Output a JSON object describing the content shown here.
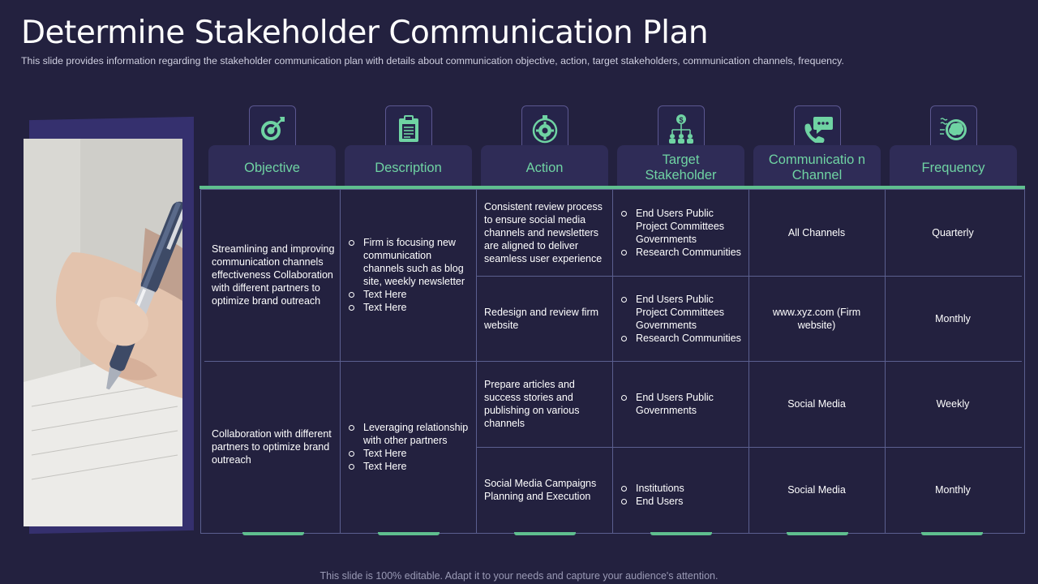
{
  "slide": {
    "title": "Determine Stakeholder Communication Plan",
    "subtitle": "This slide provides information regarding the stakeholder communication plan with details about communication objective, action, target stakeholders, communication channels, frequency.",
    "footer": "This slide is 100% editable. Adapt it to your needs and capture your audience's attention."
  },
  "colors": {
    "background": "#23213f",
    "accent": "#5fbf8f",
    "header_bg": "#2f2c57",
    "border": "#5b5f8f"
  },
  "columns": [
    {
      "label": "Objective",
      "icon": "target-icon"
    },
    {
      "label": "Description",
      "icon": "clipboard-icon"
    },
    {
      "label": "Action",
      "icon": "gear-timer-icon"
    },
    {
      "label": "Target Stakeholder",
      "icon": "hierarchy-dollar-icon"
    },
    {
      "label": "Communicatio n Channel",
      "icon": "phone-chat-icon"
    },
    {
      "label": "Frequency",
      "icon": "brain-head-icon"
    }
  ],
  "groups": [
    {
      "objective": "Streamlining and improving communication channels effectiveness Collaboration with different partners to optimize brand outreach",
      "description": [
        "Firm is focusing new communication channels such as blog site, weekly newsletter",
        "Text Here",
        "Text Here"
      ],
      "rows": [
        {
          "action": "Consistent review process to ensure social media channels and newsletters are aligned to deliver seamless user experience",
          "stakeholders": [
            "End Users Public Project Committees Governments",
            "Research Communities"
          ],
          "channel": "All Channels",
          "frequency": "Quarterly"
        },
        {
          "action": "Redesign and review firm website",
          "stakeholders": [
            "End Users Public Project Committees Governments",
            "Research Communities"
          ],
          "channel": "www.xyz.com (Firm website)",
          "frequency": "Monthly"
        }
      ]
    },
    {
      "objective": "Collaboration with different partners to optimize brand outreach",
      "description": [
        "Leveraging relationship with other partners",
        "Text Here",
        "Text Here"
      ],
      "rows": [
        {
          "action": "Prepare articles and success stories and publishing on various channels",
          "stakeholders": [
            "End Users Public Governments"
          ],
          "channel": "Social Media",
          "frequency": "Weekly"
        },
        {
          "action": "Social Media Campaigns Planning and Execution",
          "stakeholders": [
            "Institutions",
            "End Users"
          ],
          "channel": "Social Media",
          "frequency": "Monthly"
        }
      ]
    }
  ]
}
